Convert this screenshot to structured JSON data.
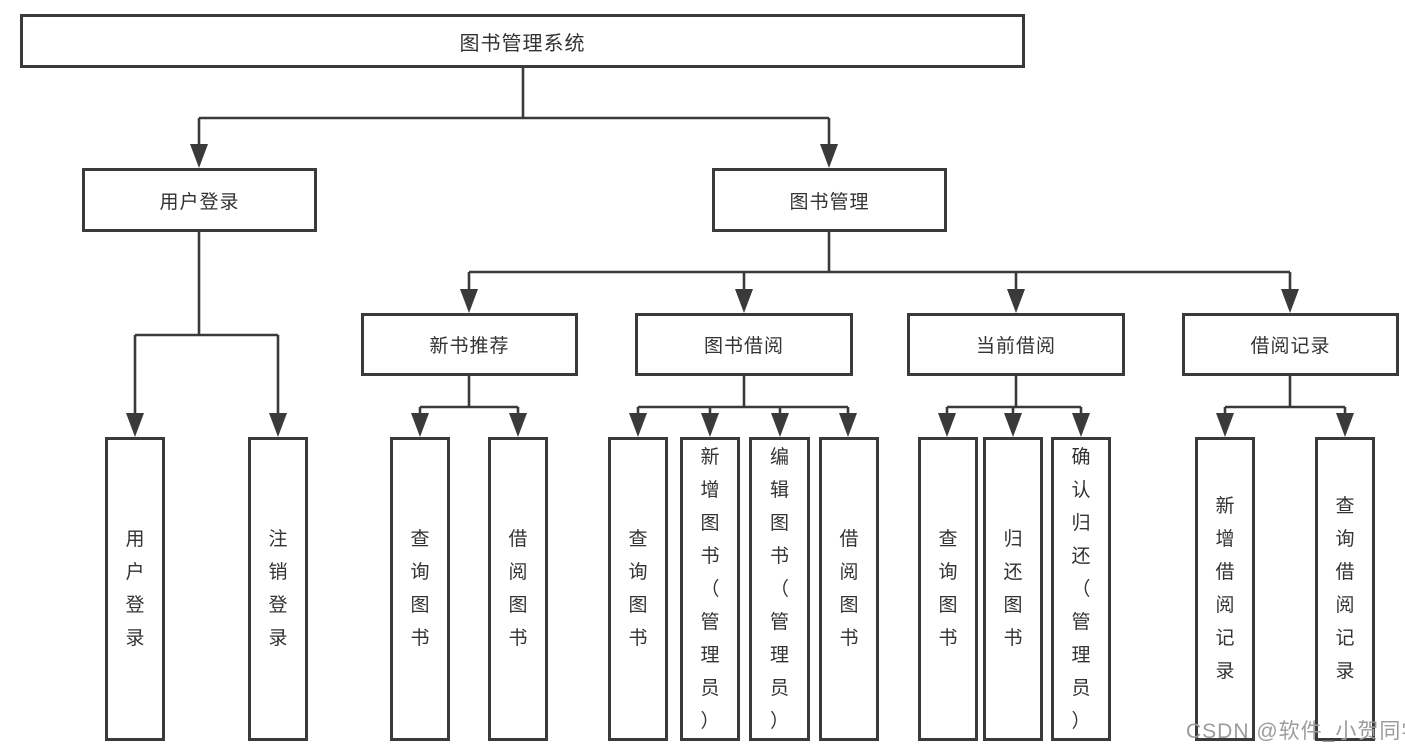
{
  "tree": {
    "label": "图书管理系统",
    "children": [
      {
        "label": "用户登录",
        "children": [
          {
            "label": "用户登录"
          },
          {
            "label": "注销登录"
          }
        ]
      },
      {
        "label": "图书管理",
        "children": [
          {
            "label": "新书推荐",
            "children": [
              {
                "label": "查询图书"
              },
              {
                "label": "借阅图书"
              }
            ]
          },
          {
            "label": "图书借阅",
            "children": [
              {
                "label": "查询图书"
              },
              {
                "label": "新增图书（管理员）"
              },
              {
                "label": "编辑图书（管理员）"
              },
              {
                "label": "借阅图书"
              }
            ]
          },
          {
            "label": "当前借阅",
            "children": [
              {
                "label": "查询图书"
              },
              {
                "label": "归还图书"
              },
              {
                "label": "确认归还（管理员）"
              }
            ]
          },
          {
            "label": "借阅记录",
            "children": [
              {
                "label": "新增借阅记录"
              },
              {
                "label": "查询借阅记录"
              }
            ]
          }
        ]
      }
    ]
  },
  "watermark": {
    "text": "CSDN @软件_小贺同学"
  },
  "colors": {
    "line": "#3a3a3a",
    "box_border": "#3a3a3a",
    "text": "#333333",
    "watermark": "#9c9c9c",
    "background": "#ffffff"
  }
}
